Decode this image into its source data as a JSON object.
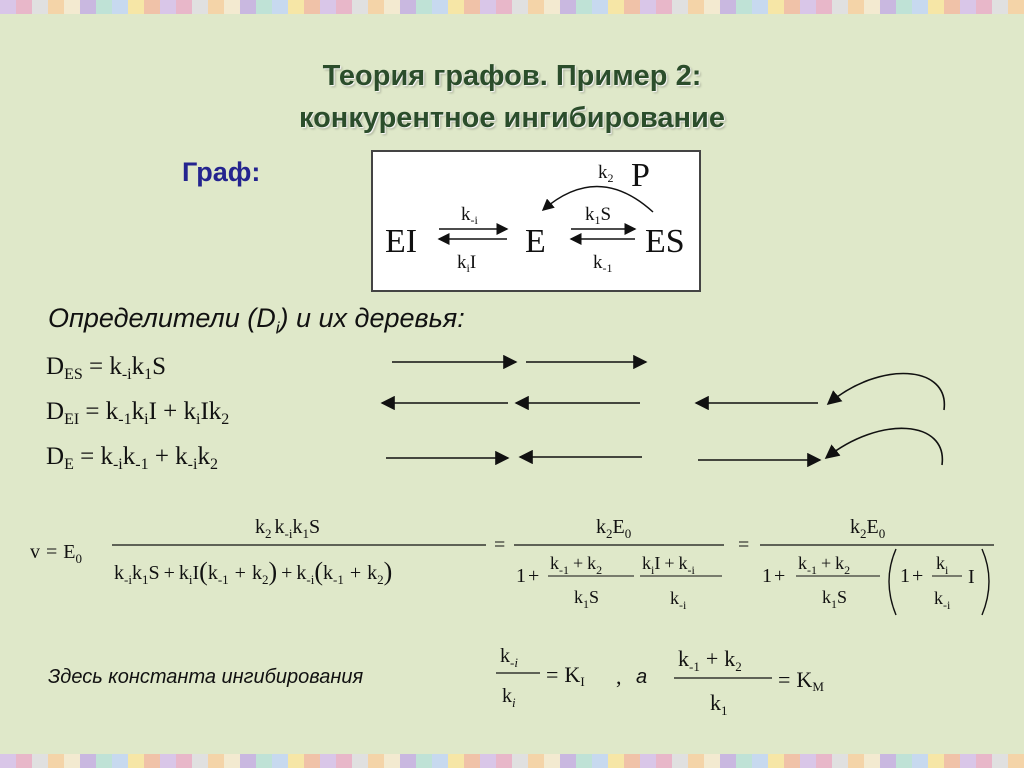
{
  "title": {
    "line1": "Теория графов. Пример 2:",
    "line2": "конкурентное ингибирование"
  },
  "graph_label": "Граф:",
  "graph": {
    "nodes": {
      "ei": "EI",
      "e": "E",
      "es": "ES",
      "p": "P"
    },
    "edges": {
      "k2_base": "k",
      "k2_sub": "2",
      "kmi_base": "k",
      "kmi_sub": "-i",
      "kiI_base": "k",
      "kiI_sub": "i",
      "kiI_tail": "I",
      "k1S_base": "k",
      "k1S_sub": "1",
      "k1S_tail": "S",
      "km1_base": "k",
      "km1_sub": "-1"
    }
  },
  "section_heading": {
    "pre": "Определители (D",
    "sub": "i",
    "post": ") и их деревья:"
  },
  "determinants": {
    "des": {
      "d": "D",
      "sub": "ES",
      "t1": " = k",
      "s1": "-i",
      "t2": "k",
      "s2": "1",
      "t3": "S"
    },
    "dei": {
      "d": "D",
      "sub": "EI",
      "t1": " = k",
      "s1": "-1",
      "t2": "k",
      "s2": "i",
      "t3": "I + k",
      "s3": "i",
      "t4": "Ik",
      "s4": "2"
    },
    "de": {
      "d": "D",
      "sub": "E",
      "t1": " = k",
      "s1": "-i",
      "t2": "k",
      "s2": "-1",
      "t3": " + k",
      "s3": "-i",
      "t4": "k",
      "s4": "2"
    }
  },
  "rate_equation": {
    "v": "v",
    "eq": "=",
    "plus": "+",
    "one": "1",
    "k": "k",
    "E": "E",
    "S": "S",
    "I": "I",
    "sub0": "0",
    "sub1": "1",
    "sub2": "2",
    "subi": "i",
    "submi": "-i",
    "subm1": "-1"
  },
  "footer": {
    "text": "Здесь  константа ингибирования",
    "comma": ",",
    "a": "а",
    "K": "K",
    "KI_sub": "I",
    "KM_sub": "M"
  }
}
